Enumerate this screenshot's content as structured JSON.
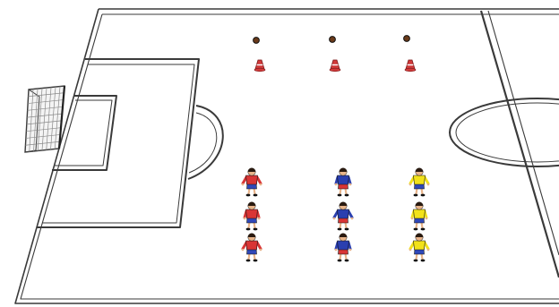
{
  "diagram": {
    "subject": "soccer-drill-setup",
    "colors": {
      "field_background": "#ffffff",
      "line": "#3a3a3a",
      "ball_fill": "#6a3a1a",
      "cone": "#d03a3a",
      "team_red_shirt": "#d93535",
      "team_blue_shirt": "#2a3fb0",
      "team_yellow_shirt": "#f2e21a",
      "shorts_blue": "#3048b8",
      "skin": "#e8b48a",
      "hair": "#2a1a10"
    },
    "balls": [
      {
        "name": "ball-left"
      },
      {
        "name": "ball-center"
      },
      {
        "name": "ball-right"
      }
    ],
    "cones": [
      {
        "name": "cone-left"
      },
      {
        "name": "cone-center"
      },
      {
        "name": "cone-right"
      }
    ],
    "player_groups": [
      {
        "name": "red-team",
        "count": 3
      },
      {
        "name": "blue-team",
        "count": 3
      },
      {
        "name": "yellow-team",
        "count": 3
      }
    ]
  }
}
